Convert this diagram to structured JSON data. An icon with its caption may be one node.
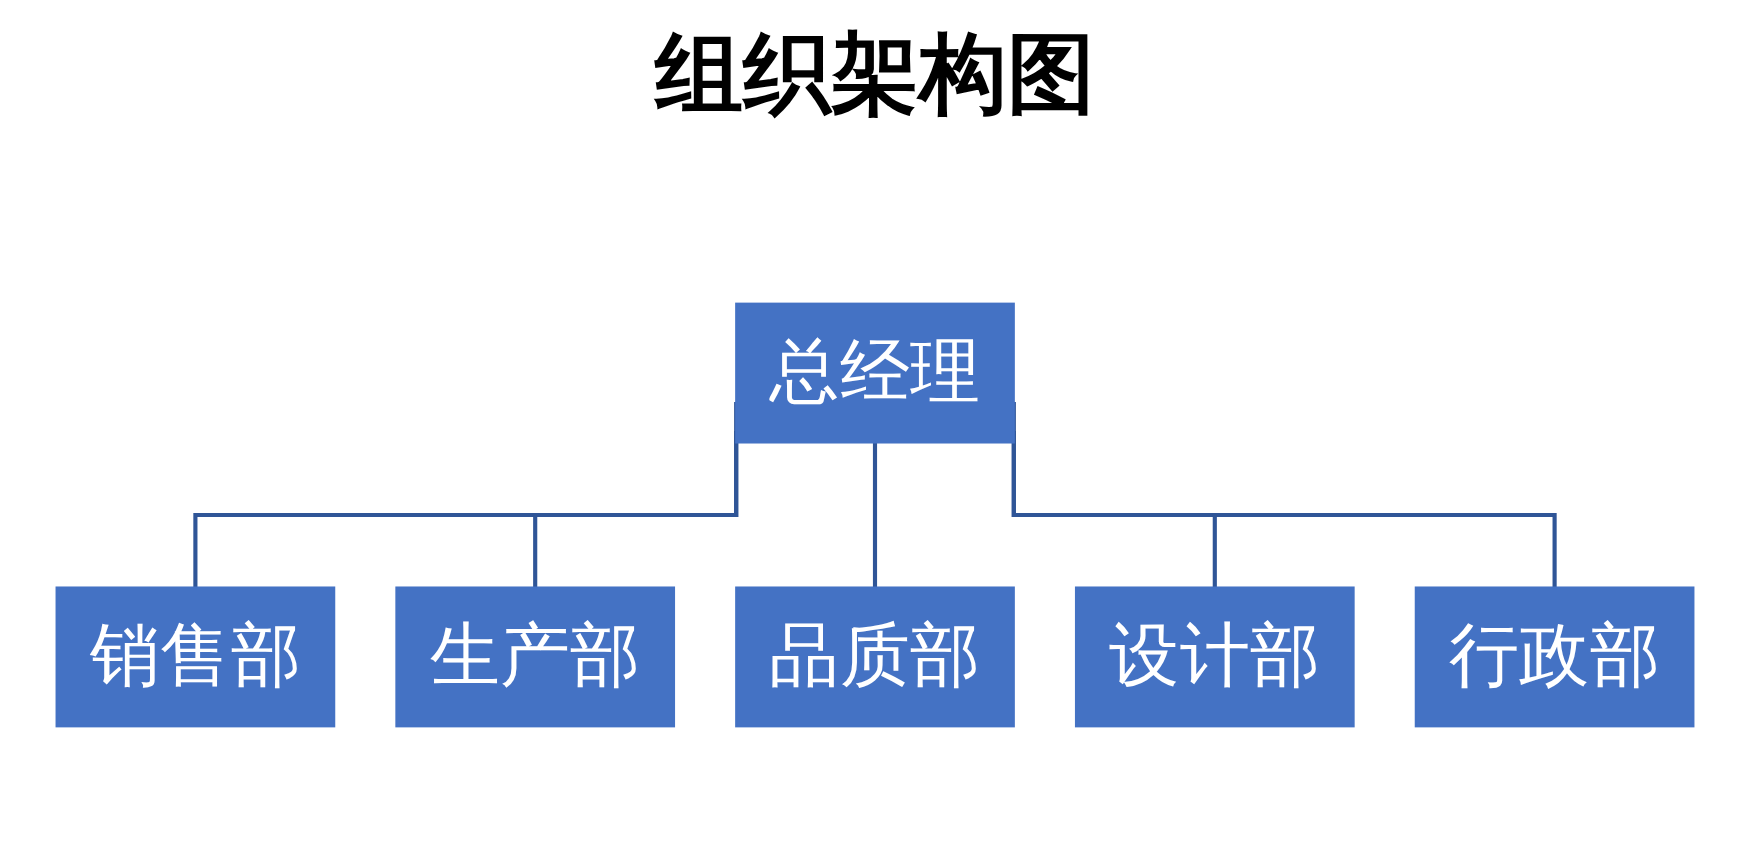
{
  "diagram": {
    "title": "组织架构图",
    "nodes": [
      {
        "text": [
          "总经理"
        ]
      },
      {
        "text": [
          "销售部"
        ]
      },
      {
        "text": [
          "生产部"
        ]
      },
      {
        "text": [
          "品质部"
        ]
      },
      {
        "text": [
          "设计部"
        ]
      },
      {
        "text": [
          "行政部"
        ]
      }
    ],
    "edges": [
      {
        "from": 0,
        "to": 1,
        "arrow": "none"
      },
      {
        "from": 0,
        "to": 2,
        "arrow": "none"
      },
      {
        "from": 0,
        "to": 3,
        "arrow": "none"
      },
      {
        "from": 0,
        "to": 4,
        "arrow": "none"
      },
      {
        "from": 0,
        "to": 5,
        "arrow": "none"
      }
    ]
  }
}
